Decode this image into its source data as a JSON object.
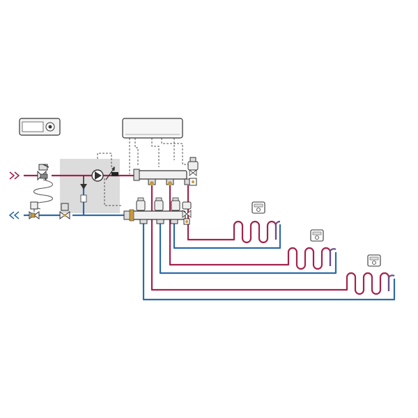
{
  "colors": {
    "supply": "#a3234a",
    "return": "#2c6aa8",
    "outline": "#333333",
    "mixing_zone": "#dcdcdc",
    "control_wire": "#555555",
    "component_fill": "#eeeeee"
  },
  "icons": {
    "controller": "weather-compensation-controller-icon",
    "wiring_box": "wiring-centre-icon",
    "pump": "circulation-pump-icon",
    "thermostat": "room-thermostat-icon",
    "flow_arrow": "double-chevron-icon",
    "valve": "mixing-valve-icon",
    "actuator": "zone-actuator-icon"
  },
  "diagram": {
    "loops": [
      {
        "id": "zone-1"
      },
      {
        "id": "zone-2"
      },
      {
        "id": "zone-3"
      }
    ]
  }
}
